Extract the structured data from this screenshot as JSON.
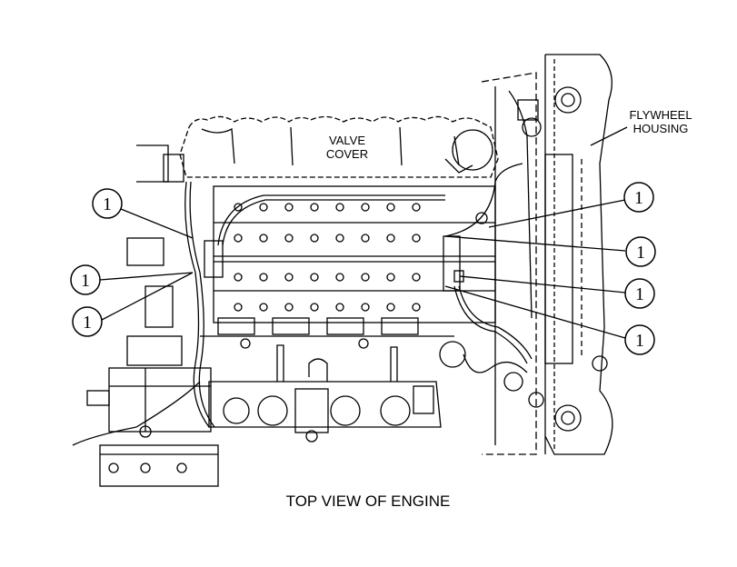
{
  "labels": {
    "valve_cover": [
      "VALVE",
      "COVER"
    ],
    "flywheel_housing": [
      "FLYWHEEL",
      "HOUSING"
    ],
    "caption": "TOP VIEW OF ENGINE"
  },
  "callouts": [
    {
      "id": "left-top",
      "number": "1"
    },
    {
      "id": "left-middle",
      "number": "1"
    },
    {
      "id": "left-bottom",
      "number": "1"
    },
    {
      "id": "right-1",
      "number": "1"
    },
    {
      "id": "right-2",
      "number": "1"
    },
    {
      "id": "right-3",
      "number": "1"
    },
    {
      "id": "right-4",
      "number": "1"
    }
  ]
}
